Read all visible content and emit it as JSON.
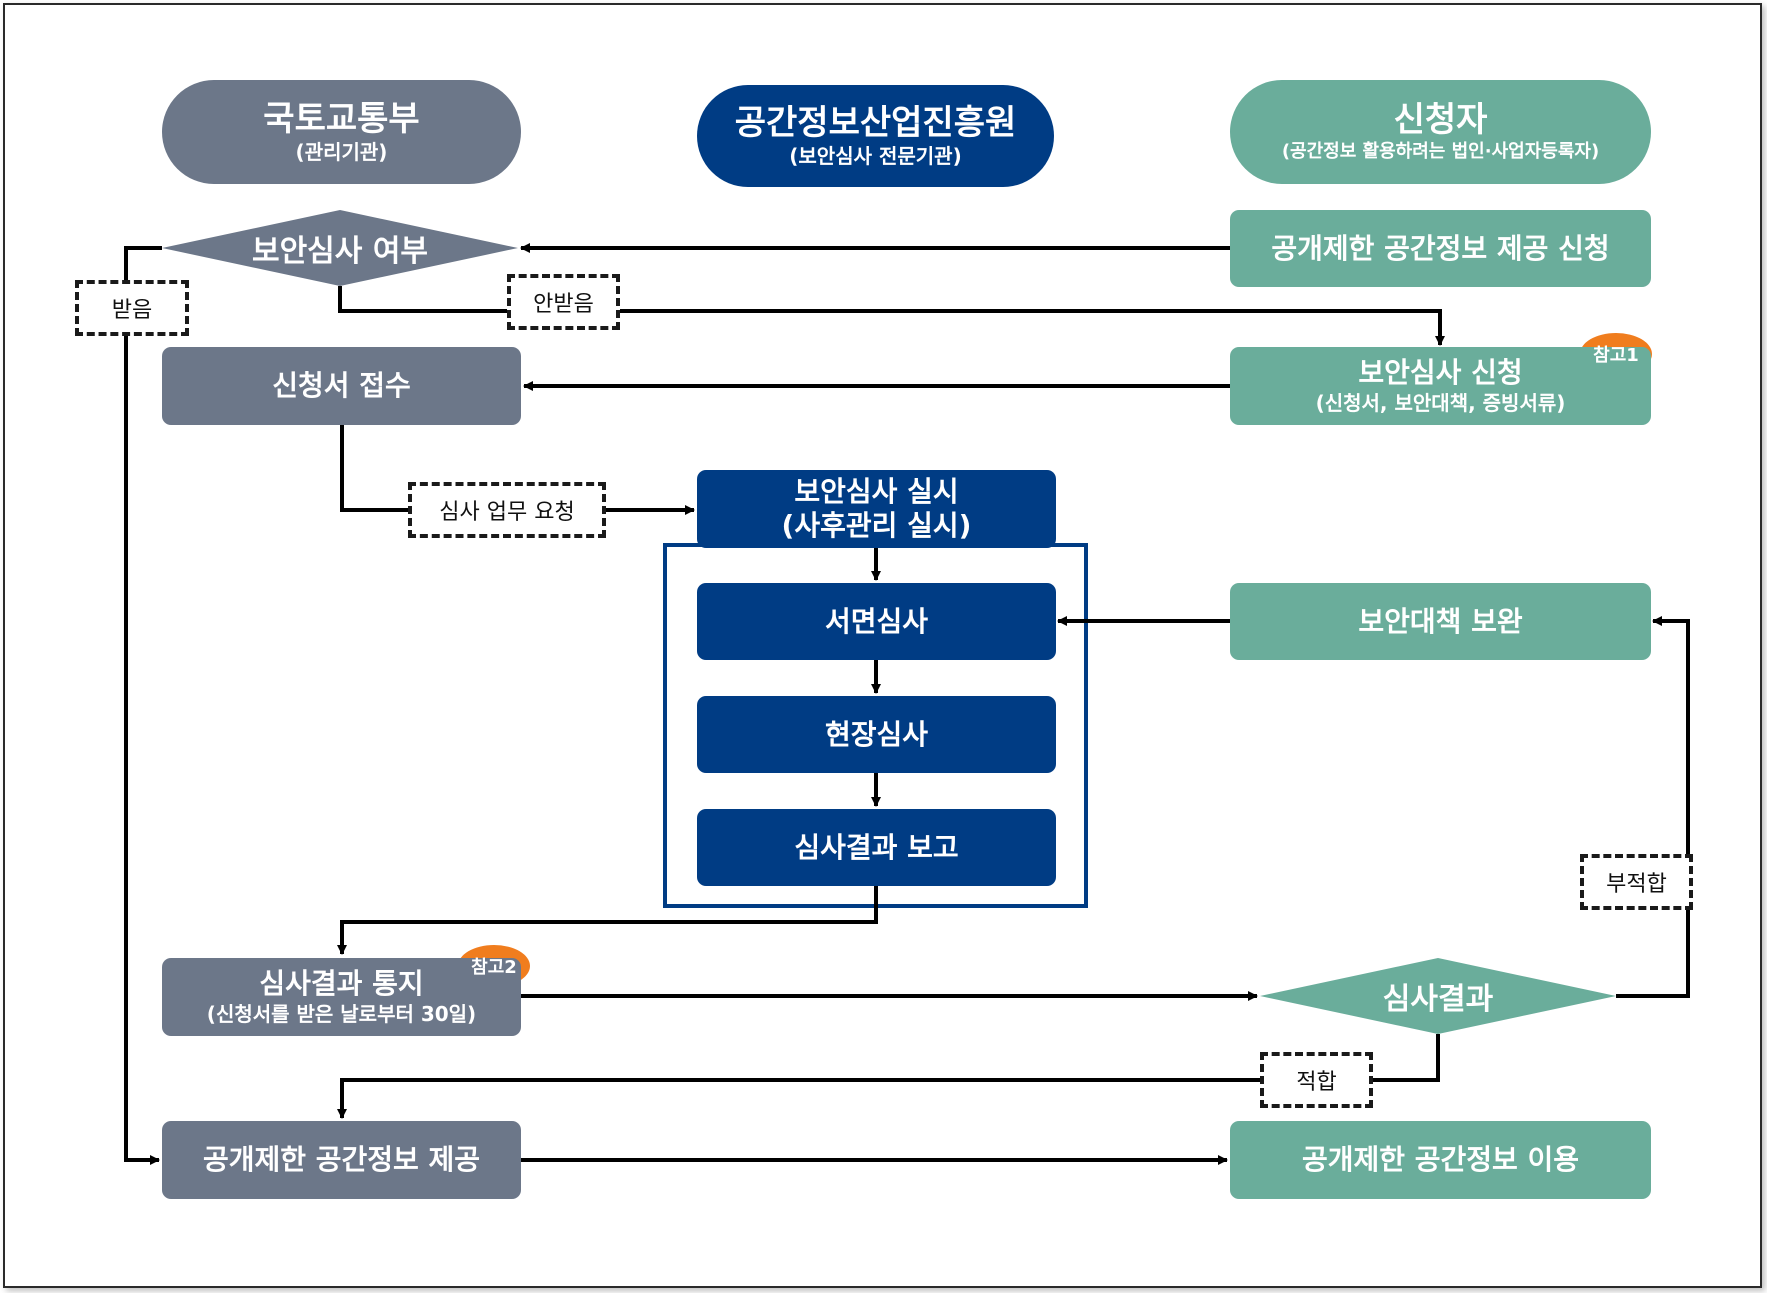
{
  "lanes": {
    "molit": {
      "title": "국토교통부",
      "subtitle": "(관리기관)"
    },
    "spacen": {
      "title": "공간정보산업진흥원",
      "subtitle": "(보안심사 전문기관)"
    },
    "applicant": {
      "title": "신청자",
      "subtitle": "(공간정보 활용하려는 법인·사업자등록자)"
    }
  },
  "nodes": {
    "review_decision": "보안심사 여부",
    "provide_request": "공개제한 공간정보 제공 신청",
    "review_apply": {
      "title": "보안심사 신청",
      "subtitle": "(신청서, 보안대책, 증빙서류)"
    },
    "receipt": "신청서 접수",
    "review_conduct": {
      "line1": "보안심사 실시",
      "line2": "(사후관리 실시)"
    },
    "doc_review": "서면심사",
    "site_review": "현장심사",
    "result_report": "심사결과 보고",
    "security_fix": "보안대책 보완",
    "result_notice": {
      "title": "심사결과 통지",
      "subtitle": "(신청서를 받은 날로부터 30일)"
    },
    "result_decision": "심사결과",
    "provide": "공개제한 공간정보 제공",
    "use": "공개제한 공간정보 이용"
  },
  "labels": {
    "received": "받음",
    "not_received": "안받음",
    "task_request": "심사 업무 요청",
    "unfit": "부적합",
    "fit": "적합"
  },
  "badges": {
    "ref1": "참고1",
    "ref2": "참고2"
  },
  "colors": {
    "ministry_gray": "#6c7789",
    "agency_navy": "#003c84",
    "applicant_teal": "#6aad9b",
    "badge_orange": "#f07d1e",
    "line": "#000000"
  }
}
